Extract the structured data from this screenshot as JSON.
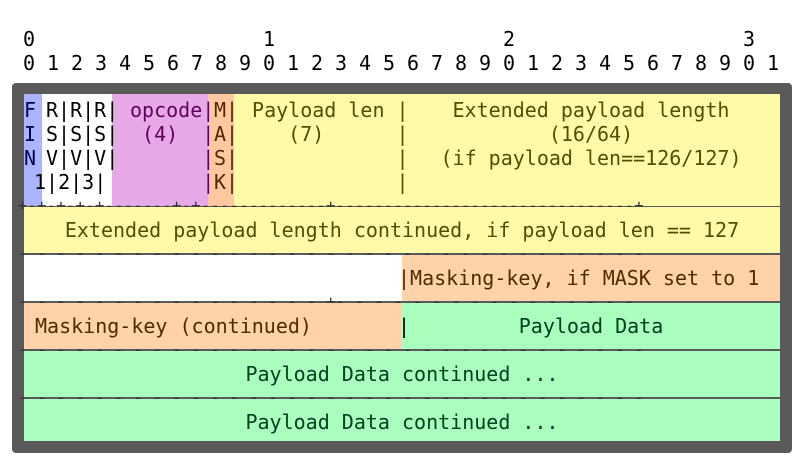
{
  "ruler": {
    "tens": [
      "0",
      "1",
      "2",
      "3"
    ],
    "units": [
      "0",
      "1",
      "2",
      "3",
      "4",
      "5",
      "6",
      "7",
      "8",
      "9",
      "0",
      "1",
      "2",
      "3",
      "4",
      "5",
      "6",
      "7",
      "8",
      "9",
      "0",
      "1",
      "2",
      "3",
      "4",
      "5",
      "6",
      "7",
      "8",
      "9",
      "0",
      "1"
    ]
  },
  "fields": {
    "fin": [
      "F",
      "I",
      "N"
    ],
    "rsv": [
      "R|R|R|",
      "S|S|S|",
      "V|V|V|",
      "1|2|3|"
    ],
    "opcode": [
      "opcode|",
      " (4)  |",
      "      |",
      "      |"
    ],
    "mask": [
      "M|",
      "A|",
      "S|",
      "K|"
    ],
    "payload_len": [
      " Payload len |",
      "    (7)      |",
      "             |",
      "             |"
    ],
    "ext_len": [
      "Extended payload length",
      "(16/64)",
      "(if payload len==126/127)"
    ],
    "ext_cont": "Extended payload length continued, if payload len == 127",
    "masking_key": "|Masking-key, if MASK set to 1",
    "masking_key_cont": "Masking-key (continued)",
    "payload_data": "Payload Data",
    "payload_data_cont1": "Payload Data continued ...",
    "payload_data_cont2": "Payload Data continued ..."
  },
  "separators": {
    "row1_bottom": " +-+-+-+-+-------+-+-------------+-------------------------------+",
    "row2_bottom": " - - - - - - - - - - - - - - - - - - - - - - - - - - - - - - - - -",
    "row3_bottom": " - - - - - - - - - - - - - - - - +- - - - - - - - - - - - - - - -",
    "row3_sep": "|",
    "row4_sep": "|",
    "row4_bottom": " - - - - - - - - - - - - - - - - - - - - - - - - - - - - - - - - -",
    "row5_bottom": " - - - - - - - - - - - - - - - - - - - - - - - - - - - - - - - - -"
  },
  "colors": {
    "fin": "#aab4ff",
    "opcode": "#e6a8e6",
    "mask": "#ffc8a0",
    "length": "#fffaa8",
    "masking_key": "#ffd2aa",
    "payload": "#aaffbe",
    "frame": "#5a5a5a"
  }
}
